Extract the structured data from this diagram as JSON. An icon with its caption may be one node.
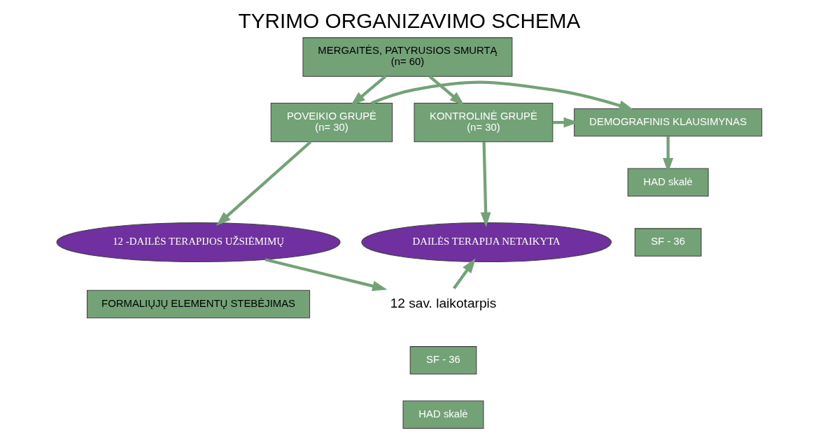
{
  "diagram": {
    "title": "TYRIMO ORGANIZAVIMO SCHEMA",
    "nodes": [
      {
        "text": [
          "MERGAITĖS, PATYRUSIOS SMURTĄ",
          "(n= 60)"
        ]
      },
      {
        "text": [
          "POVEIKIO GRUPĖ",
          "(n= 30)"
        ]
      },
      {
        "text": [
          "DEMOGRAFINIS KLAUSIMYNAS"
        ]
      },
      {
        "text": [
          "KONTROLINĖ GRUPĖ",
          "(n= 30)"
        ]
      },
      {
        "text": [
          "HAD skalė"
        ]
      },
      {
        "text": [
          "12 -DAILĖS TERAPIJOS UŽSIĖMIMŲ"
        ]
      },
      {
        "text": [
          "SF - 36"
        ]
      },
      {
        "text": [
          "DAILĖS TERAPIJA NETAIKYTA"
        ]
      },
      {
        "text": [
          "12 sav. laikotarpis"
        ]
      },
      {
        "text": [
          "SF - 36"
        ]
      },
      {
        "text": [
          "FORMALIŲJŲ ELEMENTŲ STEBĖJIMAS"
        ]
      },
      {
        "text": [
          "HAD skalė"
        ]
      }
    ],
    "edges": [
      {
        "from": 0,
        "to": 1,
        "arrow": "to"
      },
      {
        "from": 0,
        "to": 3,
        "arrow": "to"
      },
      {
        "from": 1,
        "to": 2,
        "arrow": "to"
      },
      {
        "from": 1,
        "to": 5,
        "arrow": "to"
      },
      {
        "from": 3,
        "to": 2,
        "arrow": "to"
      },
      {
        "from": 3,
        "to": 7,
        "arrow": "to"
      },
      {
        "from": 2,
        "to": 4,
        "arrow": "to"
      },
      {
        "from": 5,
        "to": 8,
        "arrow": "to"
      },
      {
        "from": 8,
        "to": 7,
        "arrow": "to"
      }
    ]
  }
}
